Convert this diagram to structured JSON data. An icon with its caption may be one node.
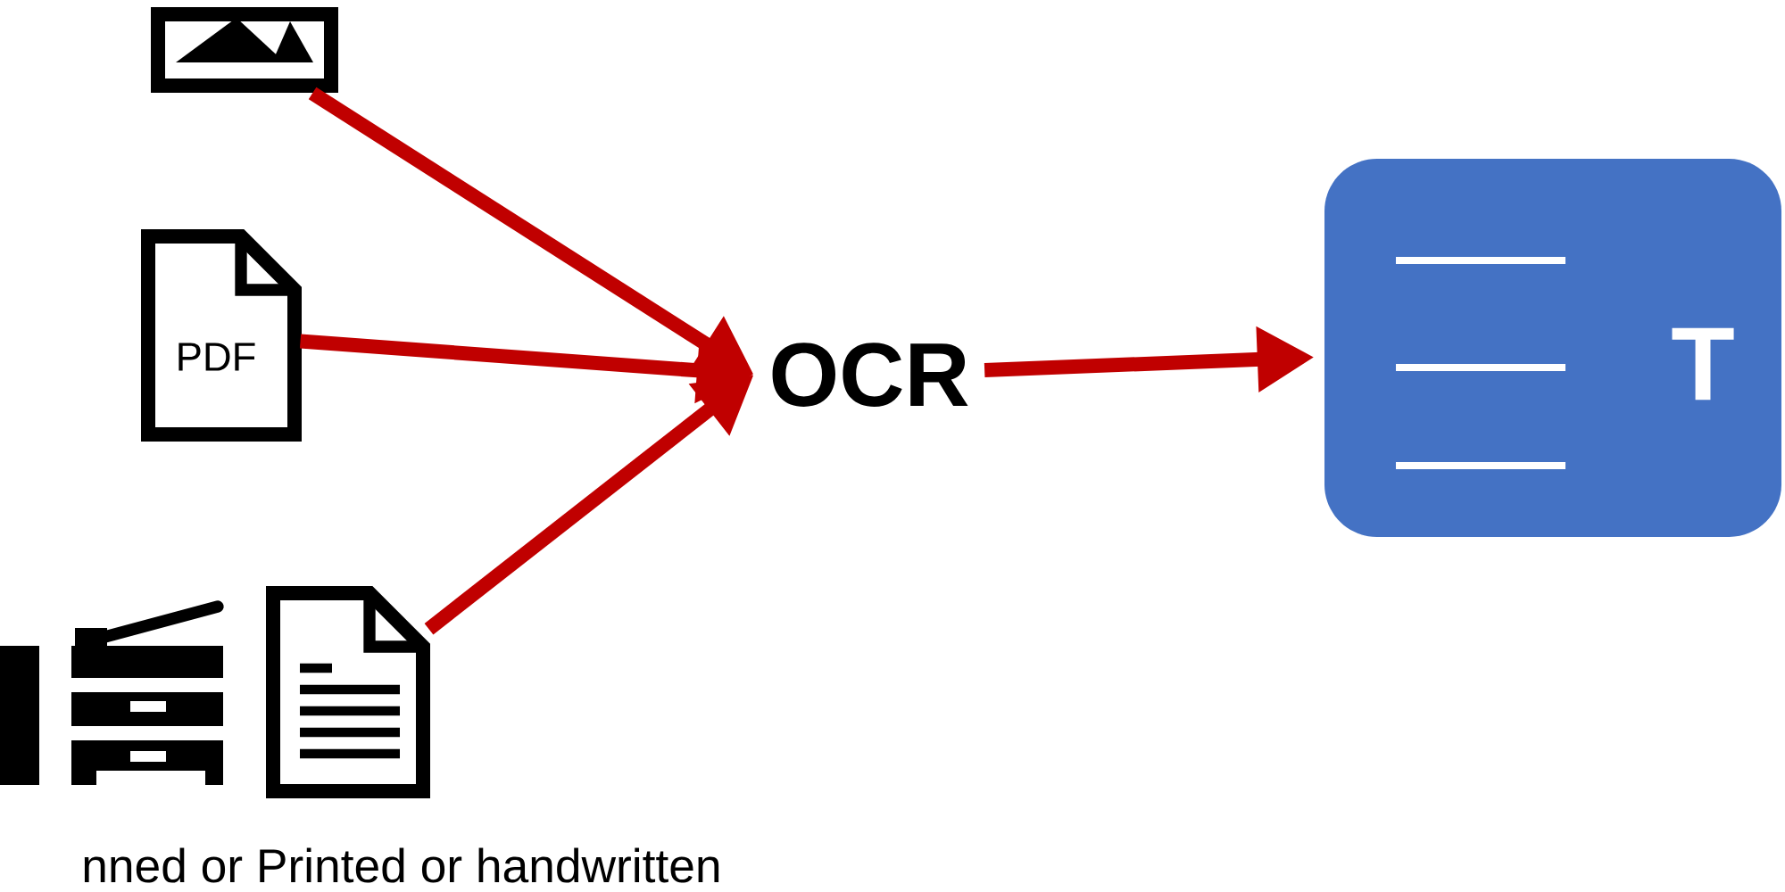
{
  "diagram": {
    "nodes": [
      {
        "text": [],
        "shape": "picture"
      },
      {
        "text": [
          "PDF"
        ]
      },
      {
        "text": [],
        "shape": "document"
      },
      {
        "text": [
          "OCR"
        ]
      },
      {
        "text": [
          "T"
        ]
      }
    ],
    "edges": [
      {
        "from": 0,
        "to": 3,
        "arrow": "to"
      },
      {
        "from": 1,
        "to": 3,
        "arrow": "to"
      },
      {
        "from": 2,
        "to": 3,
        "arrow": "to"
      },
      {
        "from": 3,
        "to": 4,
        "arrow": "to"
      }
    ],
    "labels": [
      "nned or Printed or handwritten"
    ]
  }
}
